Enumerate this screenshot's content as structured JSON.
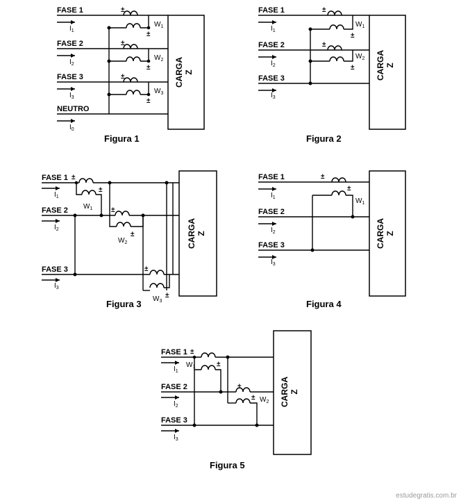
{
  "labels": {
    "fase1": "FASE 1",
    "fase2": "FASE 2",
    "fase3": "FASE 3",
    "neutro": "NEUTRO",
    "current": "I",
    "current_subs": [
      "1",
      "2",
      "3",
      "0"
    ],
    "wattmeter": "W",
    "w_subs": [
      "1",
      "2",
      "3"
    ],
    "carga": "CARGA",
    "z": "Z",
    "plus_minus": "±"
  },
  "captions": {
    "fig1": "Figura 1",
    "fig2": "Figura 2",
    "fig3": "Figura 3",
    "fig4": "Figura 4",
    "fig5": "Figura 5"
  },
  "watermark": "estudegratis.com.br"
}
